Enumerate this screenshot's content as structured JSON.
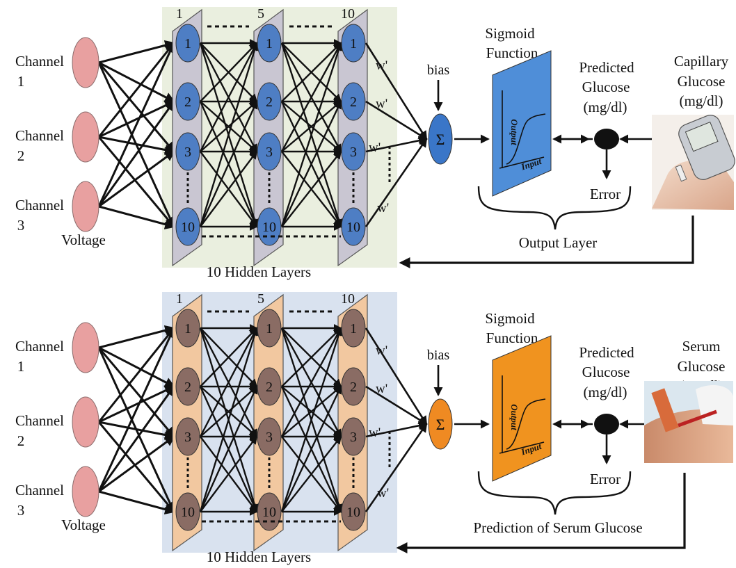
{
  "colors": {
    "input_node": "#e8a0a0",
    "top_bg": "#eaefdf",
    "top_layer_bar": "#c9c6d2",
    "top_neuron": "#4e7ec4",
    "bottom_bg": "#d9e2ef",
    "bottom_layer_bar": "#f2c8a0",
    "bottom_neuron": "#8a6c64",
    "top_sum": "#3a76c8",
    "bottom_sum": "#ef8a22",
    "top_sigmoid": "#4f8ed8",
    "bottom_sigmoid": "#f0931f",
    "arrow": "#111111"
  },
  "icons": {
    "top_device": "glucometer-photo",
    "bottom_device": "blood-draw-photo"
  },
  "panels": [
    {
      "id": "capillary",
      "inputs": [
        {
          "line1": "Channel",
          "line2": "1"
        },
        {
          "line1": "Channel",
          "line2": "2"
        },
        {
          "line1": "Channel",
          "line2": "3"
        }
      ],
      "voltage_label": "Voltage",
      "layer_numbers": [
        "1",
        "5",
        "10"
      ],
      "neuron_labels": [
        "1",
        "2",
        "3",
        "10"
      ],
      "hidden_caption": "10 Hidden Layers",
      "weight_label": "w'",
      "bias_label": "bias",
      "sum_symbol": "Σ",
      "sigmoid_line1": "Sigmoid",
      "sigmoid_line2": "Function",
      "axis_output": "Output",
      "axis_input": "Input",
      "predicted_line1": "Predicted",
      "predicted_line2": "Glucose",
      "predicted_line3": "(mg/dl)",
      "reference_line1": "Capillary",
      "reference_line2": "Glucose",
      "reference_line3": "(mg/dl)",
      "error_label": "Error",
      "brace_label": "Output Layer"
    },
    {
      "id": "serum",
      "inputs": [
        {
          "line1": "Channel",
          "line2": "1"
        },
        {
          "line1": "Channel",
          "line2": "2"
        },
        {
          "line1": "Channel",
          "line2": "3"
        }
      ],
      "voltage_label": "Voltage",
      "layer_numbers": [
        "1",
        "5",
        "10"
      ],
      "neuron_labels": [
        "1",
        "2",
        "3",
        "10"
      ],
      "hidden_caption": "10 Hidden Layers",
      "weight_label": "w'",
      "bias_label": "bias",
      "sum_symbol": "Σ",
      "sigmoid_line1": "Sigmoid",
      "sigmoid_line2": "Function",
      "axis_output": "Output",
      "axis_input": "Input",
      "predicted_line1": "Predicted",
      "predicted_line2": "Glucose",
      "predicted_line3": "(mg/dl)",
      "reference_line1": "Serum",
      "reference_line2": "Glucose",
      "reference_line3": "(mg/dl)",
      "error_label": "Error",
      "brace_label": "Prediction of Serum Glucose"
    }
  ]
}
